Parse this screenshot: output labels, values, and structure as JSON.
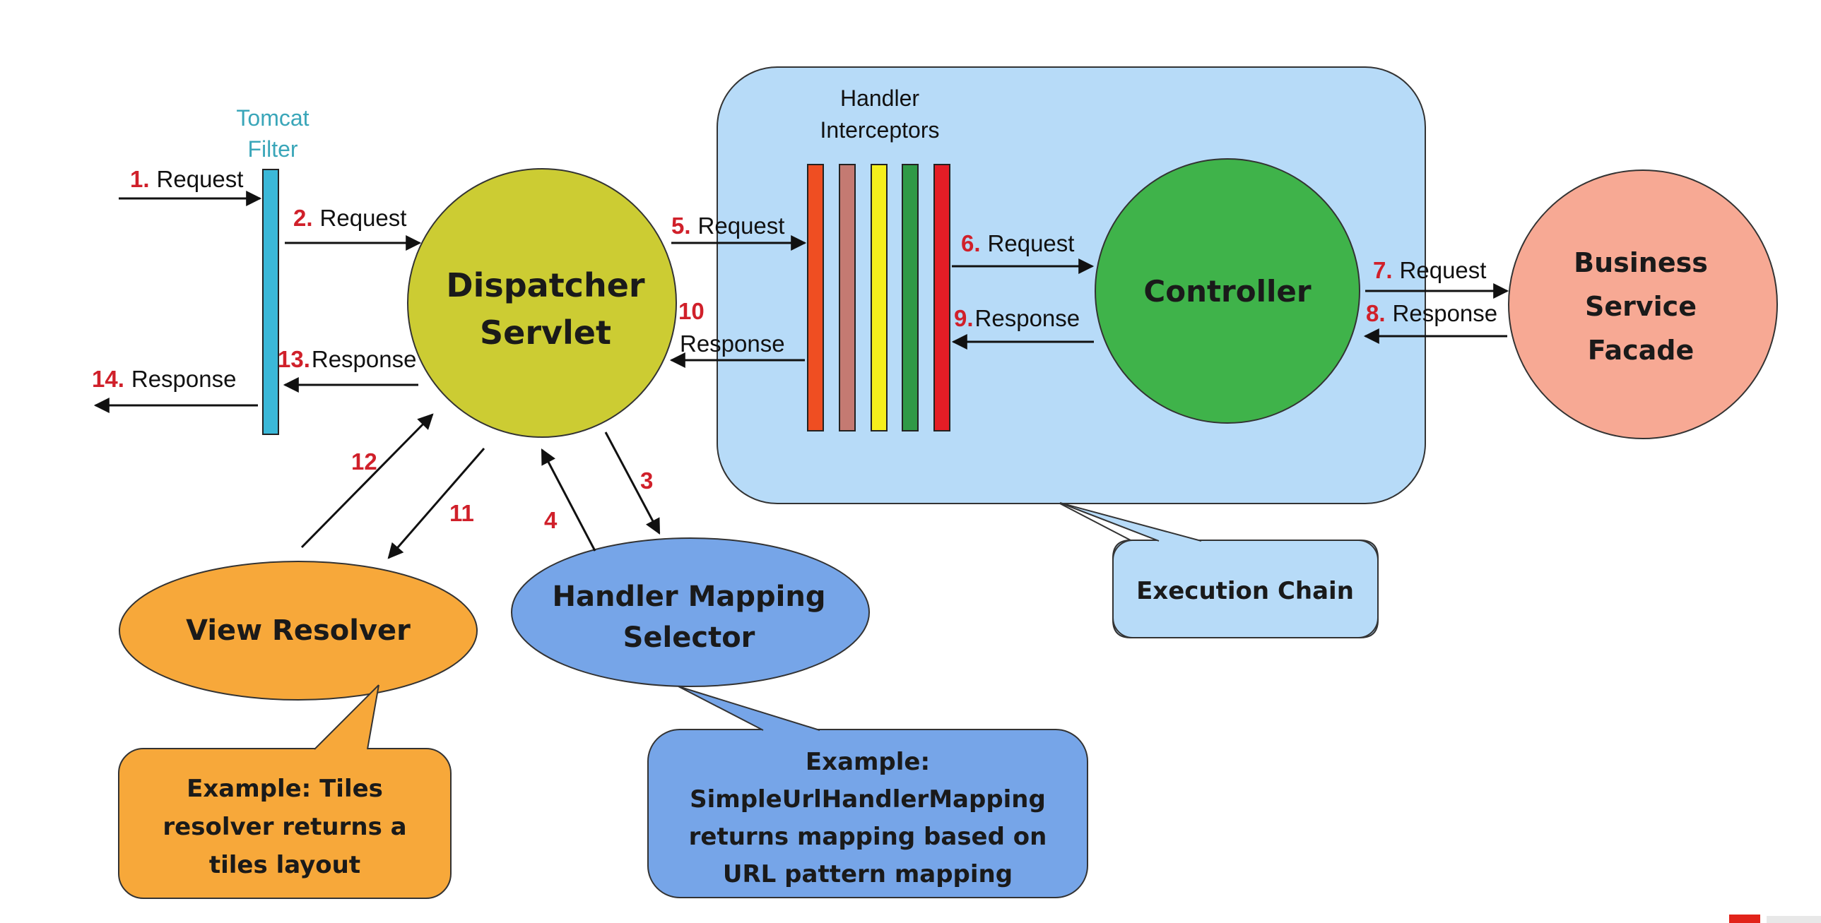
{
  "tomcat_filter": {
    "line1": "Tomcat",
    "line2": "Filter"
  },
  "handler_interceptors": {
    "line1": "Handler",
    "line2": "Interceptors"
  },
  "dispatcher_servlet": {
    "line1": "Dispatcher",
    "line2": "Servlet"
  },
  "controller": {
    "label": "Controller"
  },
  "business_service_facade": {
    "line1": "Business",
    "line2": "Service",
    "line3": "Facade"
  },
  "view_resolver": {
    "label": "View Resolver"
  },
  "handler_mapping_selector": {
    "line1": "Handler Mapping",
    "line2": "Selector"
  },
  "callout_execution_chain": {
    "label": "Execution Chain"
  },
  "callout_view_resolver": {
    "line1": "Example: Tiles",
    "line2": "resolver returns a",
    "line3": "tiles layout"
  },
  "callout_handler_mapping": {
    "line1": "Example:",
    "line2": "SimpleUrlHandlerMapping",
    "line3": "returns mapping based on",
    "line4": "URL pattern mapping"
  },
  "steps": {
    "s1": {
      "num": "1.",
      "text": "Request"
    },
    "s2": {
      "num": "2.",
      "text": "Request"
    },
    "s3": {
      "num": "3"
    },
    "s4": {
      "num": "4"
    },
    "s5": {
      "num": "5.",
      "text": "Request"
    },
    "s6": {
      "num": "6.",
      "text": "Request"
    },
    "s7": {
      "num": "7.",
      "text": "Request"
    },
    "s8": {
      "num": "8.",
      "text": "Response"
    },
    "s9": {
      "num": "9.",
      "text": "Response"
    },
    "s10": {
      "num": "10",
      "text": "Response"
    },
    "s11": {
      "num": "11"
    },
    "s12": {
      "num": "12"
    },
    "s13": {
      "num": "13.",
      "text": "Response"
    },
    "s14": {
      "num": "14.",
      "text": "Response"
    }
  },
  "colors": {
    "tomcat_filter_bar": "#3bb8d8",
    "tomcat_filter_text": "#3aa6b9",
    "execution_chain_bg": "#b7dbf8",
    "dispatcher": "#cccc33",
    "controller": "#3fb34a",
    "business": "#f7a994",
    "view_resolver": "#f7a83a",
    "handler_mapping": "#76a5e8",
    "interceptor_bars": [
      "#ef4e22",
      "#c47a72",
      "#f5ef1c",
      "#2f9a47",
      "#e41d26"
    ]
  }
}
